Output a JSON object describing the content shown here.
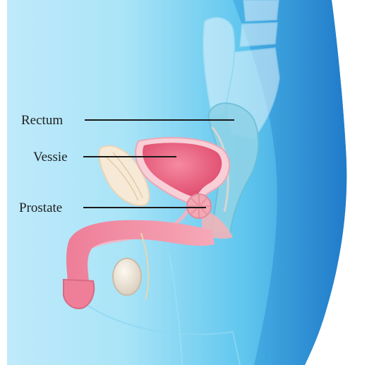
{
  "figure": {
    "labels": [
      {
        "key": "rectum",
        "text": "Rectum"
      },
      {
        "key": "vessie",
        "text": "Vessie"
      },
      {
        "key": "prostate",
        "text": "Prostate"
      }
    ]
  },
  "colors": {
    "background": "#ffffff",
    "body_light": "#cdeffc",
    "body_mid": "#7dd5f2",
    "body_dark": "#2f8fd3",
    "bladder": "#f06a86",
    "bladder_wall": "#f7c6cf",
    "prostate": "#f3a8b4",
    "penis": "#f28aa2",
    "muscle": "#f3e4cf",
    "leader": "#1a1a1a"
  }
}
